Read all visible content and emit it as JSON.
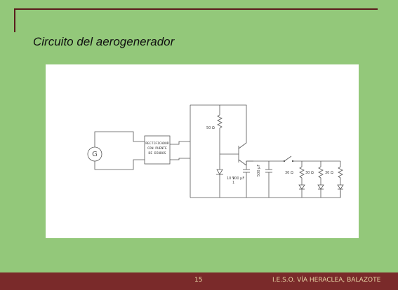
{
  "slide": {
    "title": "Circuito del aerogenerador"
  },
  "diagram": {
    "generator_symbol": "G",
    "rectifier_text": [
      "RECTIFICADOR",
      "CON PUENTE",
      "DE DIODOS"
    ],
    "resistor_main_label": "50 Ω",
    "zener_label": "10 V",
    "capacitor_label": "100 µF",
    "capacitor_label2": "1",
    "capacitor2_label": "500 µF",
    "led_resistor_labels": [
      "30 Ω",
      "30 Ω",
      "30 Ω"
    ]
  },
  "footer": {
    "page_number": "15",
    "school": "I.E.S.O. VÍA HERACLEA, BALAZOTE"
  },
  "colors": {
    "background": "#93c87a",
    "footer": "#7a2a2a",
    "accent_line": "#5a1c1c"
  }
}
